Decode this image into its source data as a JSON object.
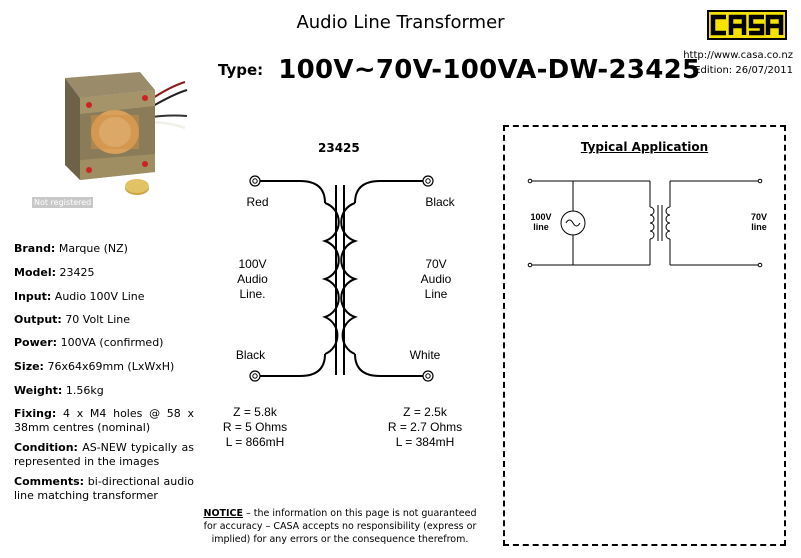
{
  "header": {
    "title": "Audio Line Transformer",
    "type_label": "Type:",
    "type_value": "100V~70V-100VA-DW-23425",
    "logo_text": "CASA",
    "website": "http://www.casa.co.nz",
    "edition": "Edition: 26/07/2011"
  },
  "photo": {
    "watermark": "Not registered"
  },
  "specs": {
    "brand_label": "Brand:",
    "brand": "Marque (NZ)",
    "model_label": "Model:",
    "model": "23425",
    "input_label": "Input:",
    "input": "Audio 100V Line",
    "output_label": "Output:",
    "output": "70 Volt Line",
    "power_label": "Power:",
    "power": "100VA (confirmed)",
    "size_label": "Size:",
    "size": "76x64x69mm (LxWxH)",
    "weight_label": "Weight:",
    "weight": "1.56kg",
    "fixing_label": "Fixing:",
    "fixing": "4 x M4 holes @ 58 x 38mm centres (nominal)",
    "condition_label": "Condition:",
    "condition": "AS-NEW typically as represented in the images",
    "comments_label": "Comments:",
    "comments": "bi-directional audio line matching transformer"
  },
  "diagram": {
    "part_number": "23425",
    "primary": {
      "top_wire": "Red",
      "winding_line1": "100V",
      "winding_line2": "Audio",
      "winding_line3": "Line.",
      "bottom_wire": "Black",
      "z": "Z = 5.8k",
      "r": "R = 5 Ohms",
      "l": "L = 866mH"
    },
    "secondary": {
      "top_wire": "Black",
      "winding_line1": "70V",
      "winding_line2": "Audio",
      "winding_line3": "Line",
      "bottom_wire": "White",
      "z": "Z = 2.5k",
      "r": "R = 2.7 Ohms",
      "l": "L = 384mH"
    }
  },
  "notice": {
    "heading": "NOTICE",
    "text": " – the information on this page is not guaranteed for accuracy – CASA accepts no responsibility (express or implied) for any errors or the consequence therefrom."
  },
  "application": {
    "title": "Typical Application",
    "left_line1": "100V",
    "left_line2": "line",
    "right_line1": "70V",
    "right_line2": "line"
  }
}
